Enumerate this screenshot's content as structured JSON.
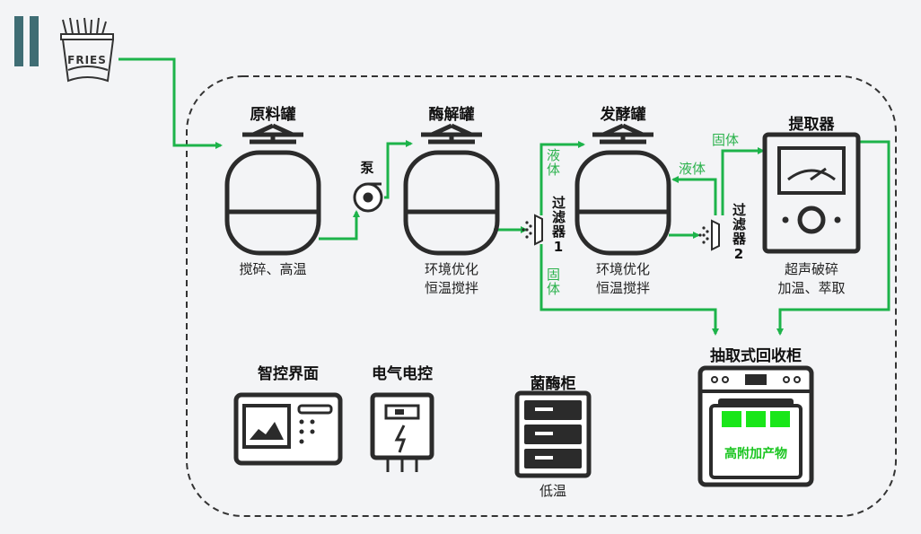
{
  "logo": {
    "text": "FRIES"
  },
  "tanks": [
    {
      "title": "原料罐",
      "caption": [
        "搅碎、高温"
      ]
    },
    {
      "title": "酶解罐",
      "caption": [
        "环境优化",
        "恒温搅拌"
      ]
    },
    {
      "title": "发酵罐",
      "caption": [
        "环境优化",
        "恒温搅拌"
      ]
    }
  ],
  "pump": {
    "label": "泵"
  },
  "filter1": {
    "label": "过滤器1"
  },
  "filter2": {
    "label": "过滤器2"
  },
  "extractor": {
    "title": "提取器",
    "caption": [
      "超声破碎",
      "加温、萃取"
    ]
  },
  "flows": {
    "liquid_1": "液体",
    "solid_1": "固体",
    "liquid_2": "液体",
    "solid_2": "固体"
  },
  "cabinet": {
    "title": "抽取式回收柜",
    "product": "高附加产物"
  },
  "interface": {
    "title": "智控界面"
  },
  "electric": {
    "title": "电气电控"
  },
  "culture": {
    "title": "菌酶柜",
    "caption": "低温"
  },
  "colors": {
    "flow": "#1db34a",
    "dark": "#2b2b2b",
    "accent": "#3f6d74",
    "product_green": "#19e619"
  }
}
